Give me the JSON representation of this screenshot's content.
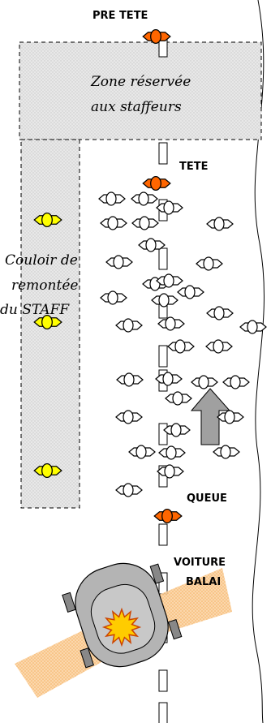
{
  "labels": {
    "pre_tete": "PRE TETE",
    "tete": "TETE",
    "queue": "QUEUE",
    "voiture_line1": "VOITURE",
    "voiture_line2": "BALAI"
  },
  "zone_staff": {
    "line1": "Zone réservée",
    "line2": "aux staffeurs"
  },
  "couloir": {
    "line1": "Couloir de",
    "line2": "remontée",
    "line3": "du STAFF"
  },
  "colors": {
    "motard_lead": "#ff6600",
    "motard_staff": "#ffff00",
    "rider": "#ffffff",
    "zone_fill": "#e4e4e4",
    "arrow": "#a0a0a0",
    "car": "#b4b4b4",
    "gyro": "#ffcc00",
    "beam": "#f9c07a"
  },
  "icons": {
    "rider": "bicycle-rider-icon",
    "motard": "motorbike-icon",
    "car": "broom-wagon-car-icon",
    "gyro": "rotating-beacon-icon",
    "direction": "up-arrow-icon"
  }
}
